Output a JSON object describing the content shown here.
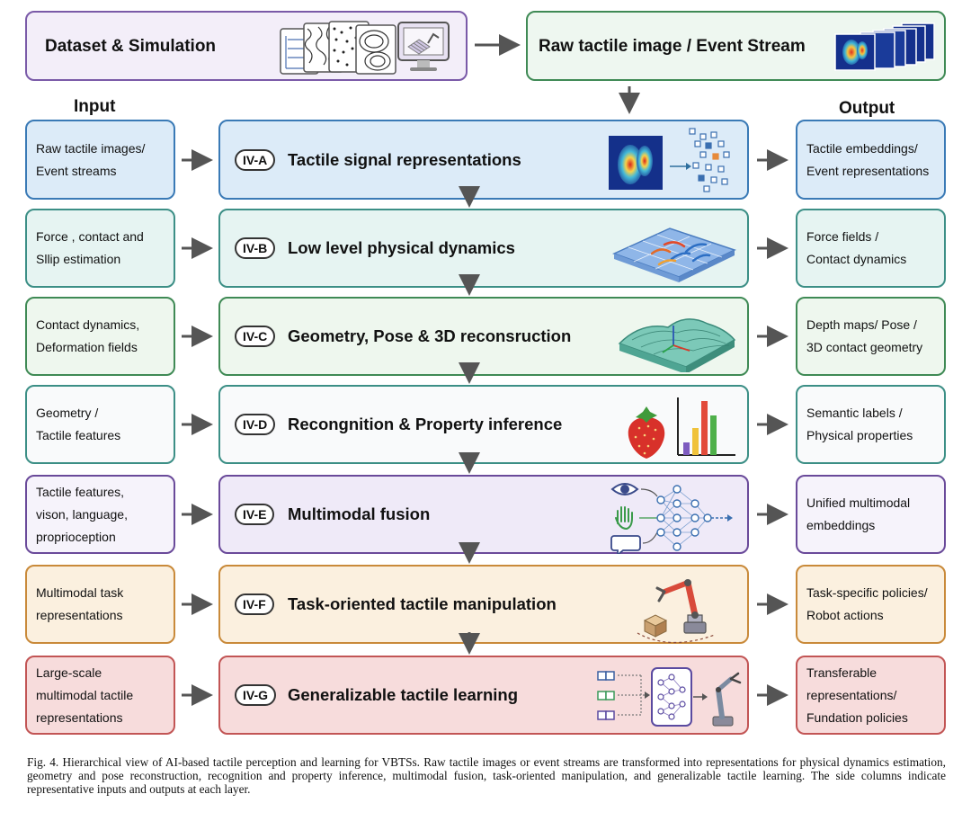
{
  "top": {
    "dataset_title": "Dataset & Simulation",
    "raw_title": "Raw tactile image / Event Stream"
  },
  "columns": {
    "input_header": "Input",
    "output_header": "Output"
  },
  "rows": [
    {
      "tag": "IV-A",
      "title": "Tactile signal representations",
      "input": [
        "Raw tactile images/",
        "Event streams"
      ],
      "output": [
        "Tactile embeddings/",
        "Event representations"
      ],
      "icon": "heatmap-to-embedding-icon"
    },
    {
      "tag": "IV-B",
      "title": "Low level physical dynamics",
      "input": [
        "Force , contact and",
        "Sllip estimation"
      ],
      "output": [
        "Force fields /",
        "Contact dynamics"
      ],
      "icon": "force-field-plate-icon"
    },
    {
      "tag": "IV-C",
      "title": "Geometry, Pose & 3D reconsruction",
      "input": [
        "Contact dynamics,",
        "Deformation fields"
      ],
      "output": [
        "Depth maps/ Pose /",
        "3D contact geometry"
      ],
      "icon": "3d-surface-pose-icon"
    },
    {
      "tag": "IV-D",
      "title": "Recongnition & Property inference",
      "input": [
        "Geometry /",
        "Tactile features"
      ],
      "output": [
        "Semantic labels /",
        "Physical properties"
      ],
      "icon": "strawberry-bar-chart-icon"
    },
    {
      "tag": "IV-E",
      "title": "Multimodal fusion",
      "input": [
        "Tactile features,",
        "vison, language,",
        "proprioception"
      ],
      "output": [
        "Unified multimodal",
        "embeddings"
      ],
      "icon": "eye-hand-speech-network-icon"
    },
    {
      "tag": "IV-F",
      "title": "Task-oriented tactile manipulation",
      "input": [
        "Multimodal task",
        "representations"
      ],
      "output": [
        "Task-specific policies/",
        "Robot actions"
      ],
      "icon": "robot-arm-cube-icon"
    },
    {
      "tag": "IV-G",
      "title": "Generalizable tactile learning",
      "input": [
        "Large-scale",
        "multimodal tactile",
        "representations"
      ],
      "output": [
        "Transferable",
        "representations/",
        "Fundation policies"
      ],
      "icon": "network-to-robot-arm-icon"
    }
  ],
  "colors": {
    "purple_border": "#7a5aa8",
    "purple_fill": "#f3eef9",
    "green_border": "#3f8a55",
    "green_fill": "#eef7f0",
    "blue_border": "#3a7ab6",
    "blue_fill": "#dcebf8",
    "teal_border": "#3c8f86",
    "teal_fill": "#e6f4f2",
    "lightgreen_fill": "#eef7ee",
    "gray_fill": "#f9fafb",
    "violet_fill": "#efeaf8",
    "orange_border": "#c98a3a",
    "orange_fill": "#fbf0df",
    "red_border": "#c25555",
    "red_fill": "#f7dcdc"
  },
  "caption": "Fig. 4.  Hierarchical view of AI-based tactile perception and learning for VBTSs. Raw tactile images or event streams are transformed into representations for physical dynamics estimation, geometry and pose reconstruction, recognition and property inference, multimodal fusion, task-oriented manipulation, and generalizable tactile learning. The side columns indicate representative inputs and outputs at each layer."
}
